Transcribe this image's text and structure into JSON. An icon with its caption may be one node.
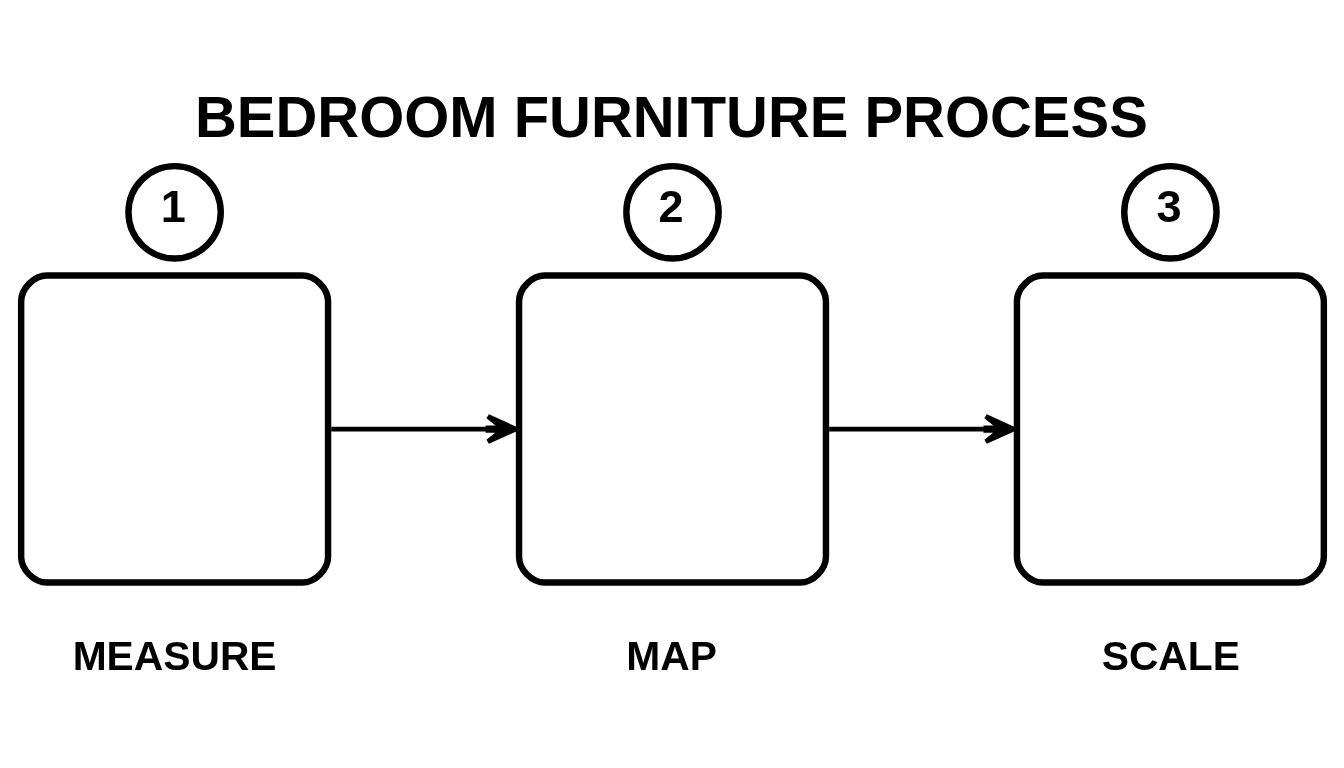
{
  "diagram": {
    "title": "BEDROOM FURNITURE PROCESS",
    "nodes": [
      {
        "text": [
          "1"
        ]
      },
      {
        "text": [
          "MEASURE"
        ]
      },
      {
        "text": [
          "2"
        ]
      },
      {
        "text": [
          "MAP"
        ]
      },
      {
        "text": [
          "3"
        ]
      },
      {
        "text": [
          "SCALE"
        ]
      }
    ],
    "edges": [
      {
        "from": 1,
        "to": 3,
        "arrow": "to"
      },
      {
        "from": 3,
        "to": 5,
        "arrow": "to"
      }
    ]
  }
}
